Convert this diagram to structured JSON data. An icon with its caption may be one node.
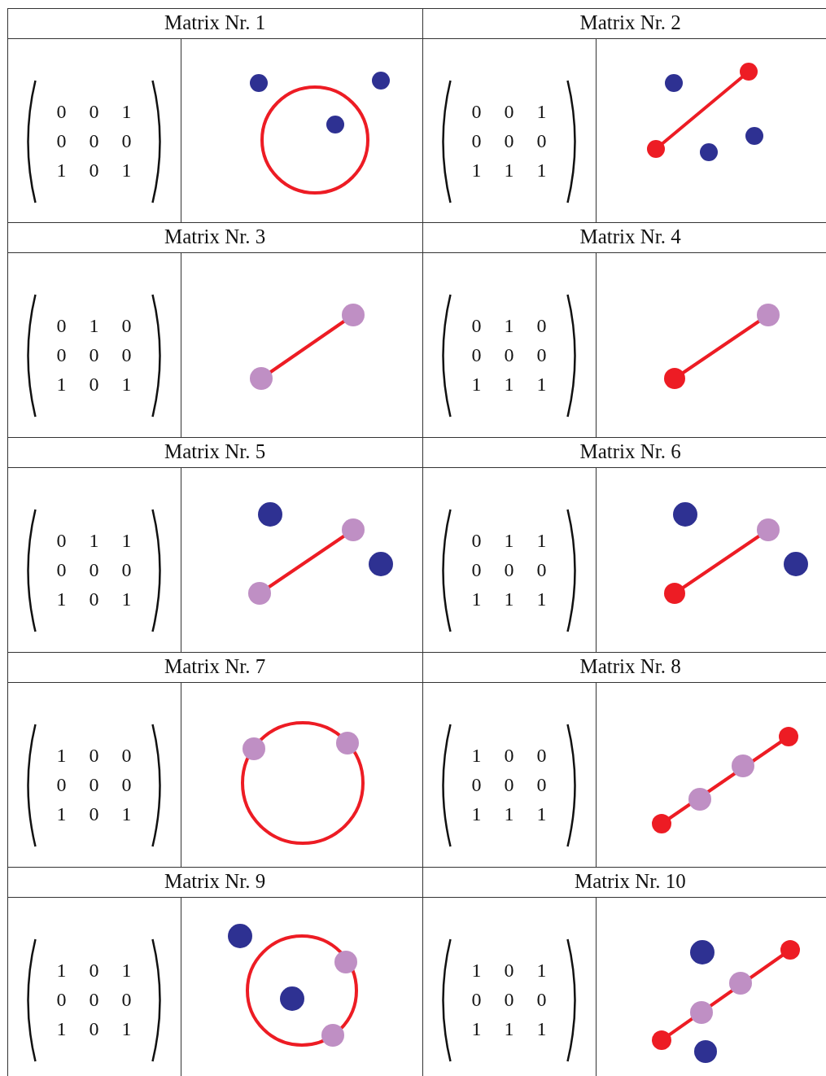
{
  "diagram": {
    "labels": [
      "Matrix Nr. 1",
      "Matrix Nr. 2",
      "0 0 1",
      "0 0 0",
      "1 0 1",
      "0 0 1",
      "0 0 0",
      "1 1 1",
      "Matrix Nr. 3",
      "Matrix Nr. 4",
      "0 1 0",
      "0 0 0",
      "1 0 1",
      "0 1 0",
      "0 0 0",
      "1 1 1",
      "Matrix Nr. 5",
      "Matrix Nr. 6",
      "0 1 1",
      "0 0 0",
      "1 0 1",
      "0 1 1",
      "0 0 0",
      "1 1 1",
      "Matrix Nr. 7",
      "Matrix Nr. 8",
      "1 0 0",
      "0 0 0",
      "1 0 1",
      "1 0 0",
      "0 0 0",
      "1 1 1",
      "Matrix Nr. 9",
      "Matrix Nr. 10",
      "1 0 1",
      "0 0 0",
      "1 0 1",
      "1 0 1",
      "0 0 0",
      "1 1 1"
    ]
  }
}
